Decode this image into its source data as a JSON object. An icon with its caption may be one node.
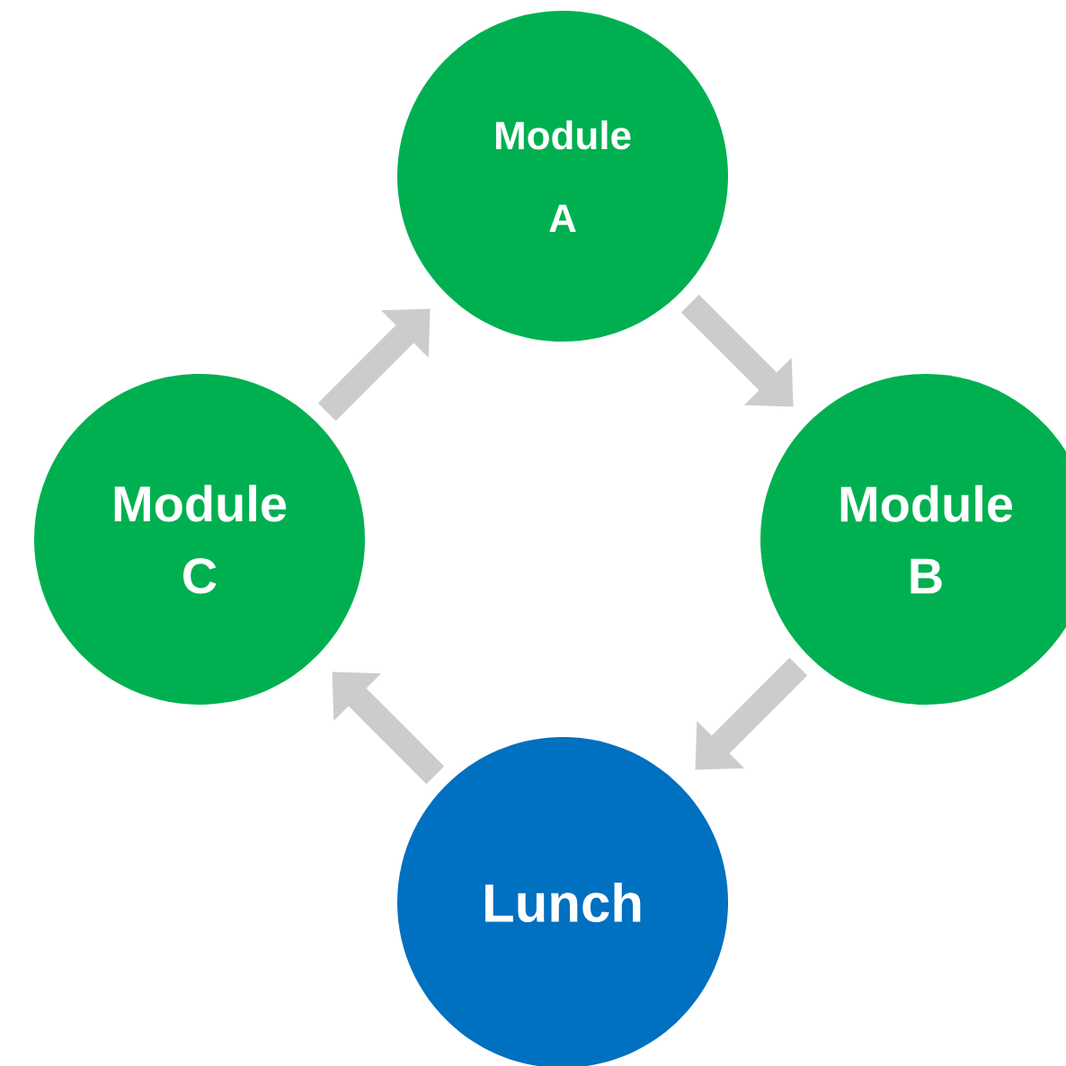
{
  "diagram": {
    "nodes": [
      {
        "text": [
          "Module A"
        ]
      },
      {
        "text": [
          "Module B"
        ]
      },
      {
        "text": [
          "Lunch"
        ]
      },
      {
        "text": [
          "Module C"
        ]
      }
    ],
    "edges": [
      {
        "from": 0,
        "to": 1,
        "arrow": "to"
      },
      {
        "from": 1,
        "to": 2,
        "arrow": "to"
      },
      {
        "from": 2,
        "to": 3,
        "arrow": "to"
      },
      {
        "from": 3,
        "to": 0,
        "arrow": "to"
      }
    ]
  }
}
